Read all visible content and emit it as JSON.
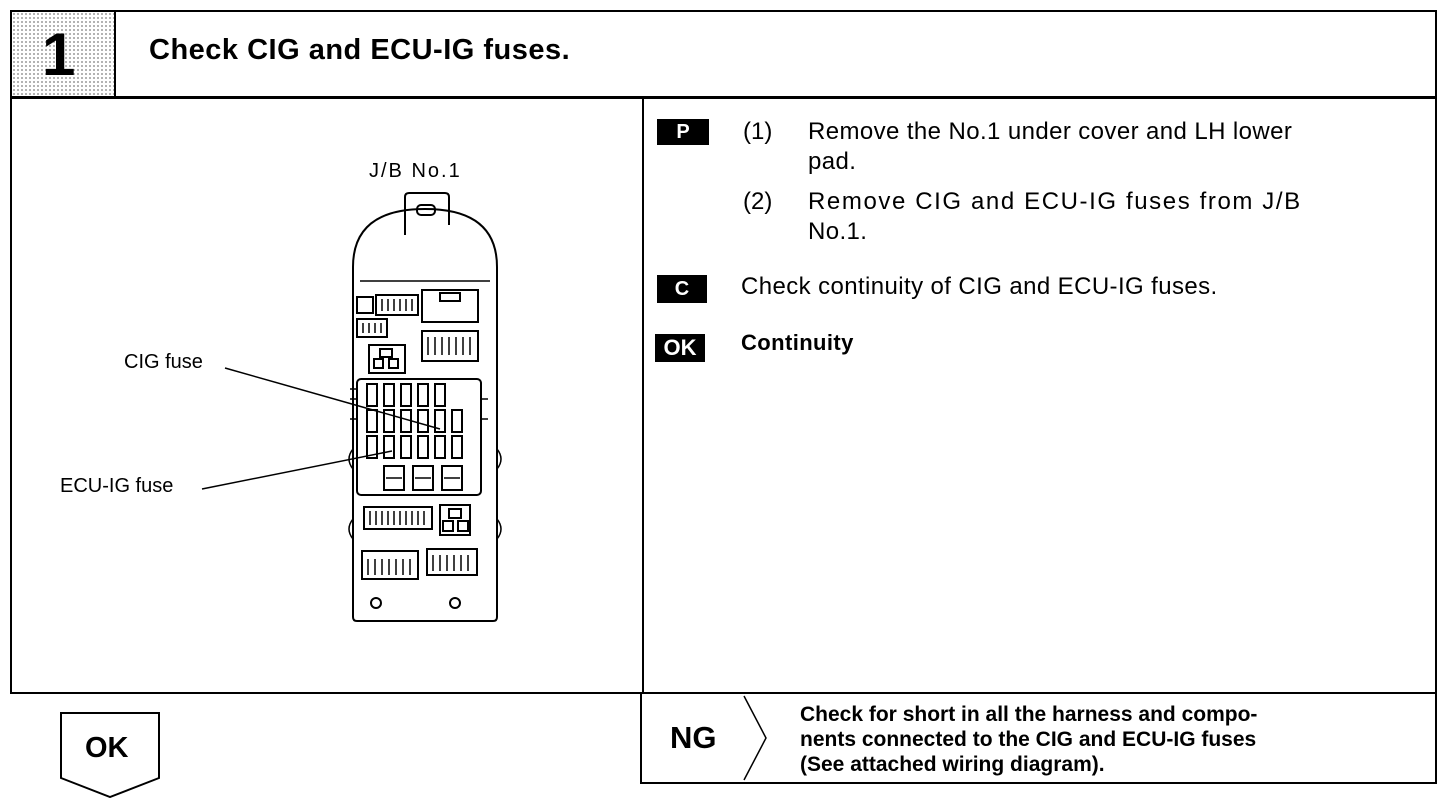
{
  "header": {
    "step_number": "1",
    "title": "Check CIG and ECU-IG fuses."
  },
  "figure": {
    "jb_label": "J/B No.1",
    "cig_label": "CIG fuse",
    "ecu_label": "ECU-IG fuse"
  },
  "instructions": {
    "p_badge": "P",
    "step1_index": "(1)",
    "step1_line1": "Remove the No.1 under cover and LH lower",
    "step1_line2": "pad.",
    "step2_index": "(2)",
    "step2_line1": "Remove CIG and ECU-IG fuses from J/B",
    "step2_line2": "No.1.",
    "c_badge": "C",
    "check_text": "Check continuity of CIG and ECU-IG fuses.",
    "ok_badge": "OK",
    "ok_text": "Continuity"
  },
  "footer": {
    "ok_label": "OK",
    "ng_label": "NG",
    "ng_line1": "Check for short in all the harness and compo-",
    "ng_line2": "nents connected to the CIG and ECU-IG fuses",
    "ng_line3": "(See attached wiring diagram)."
  }
}
